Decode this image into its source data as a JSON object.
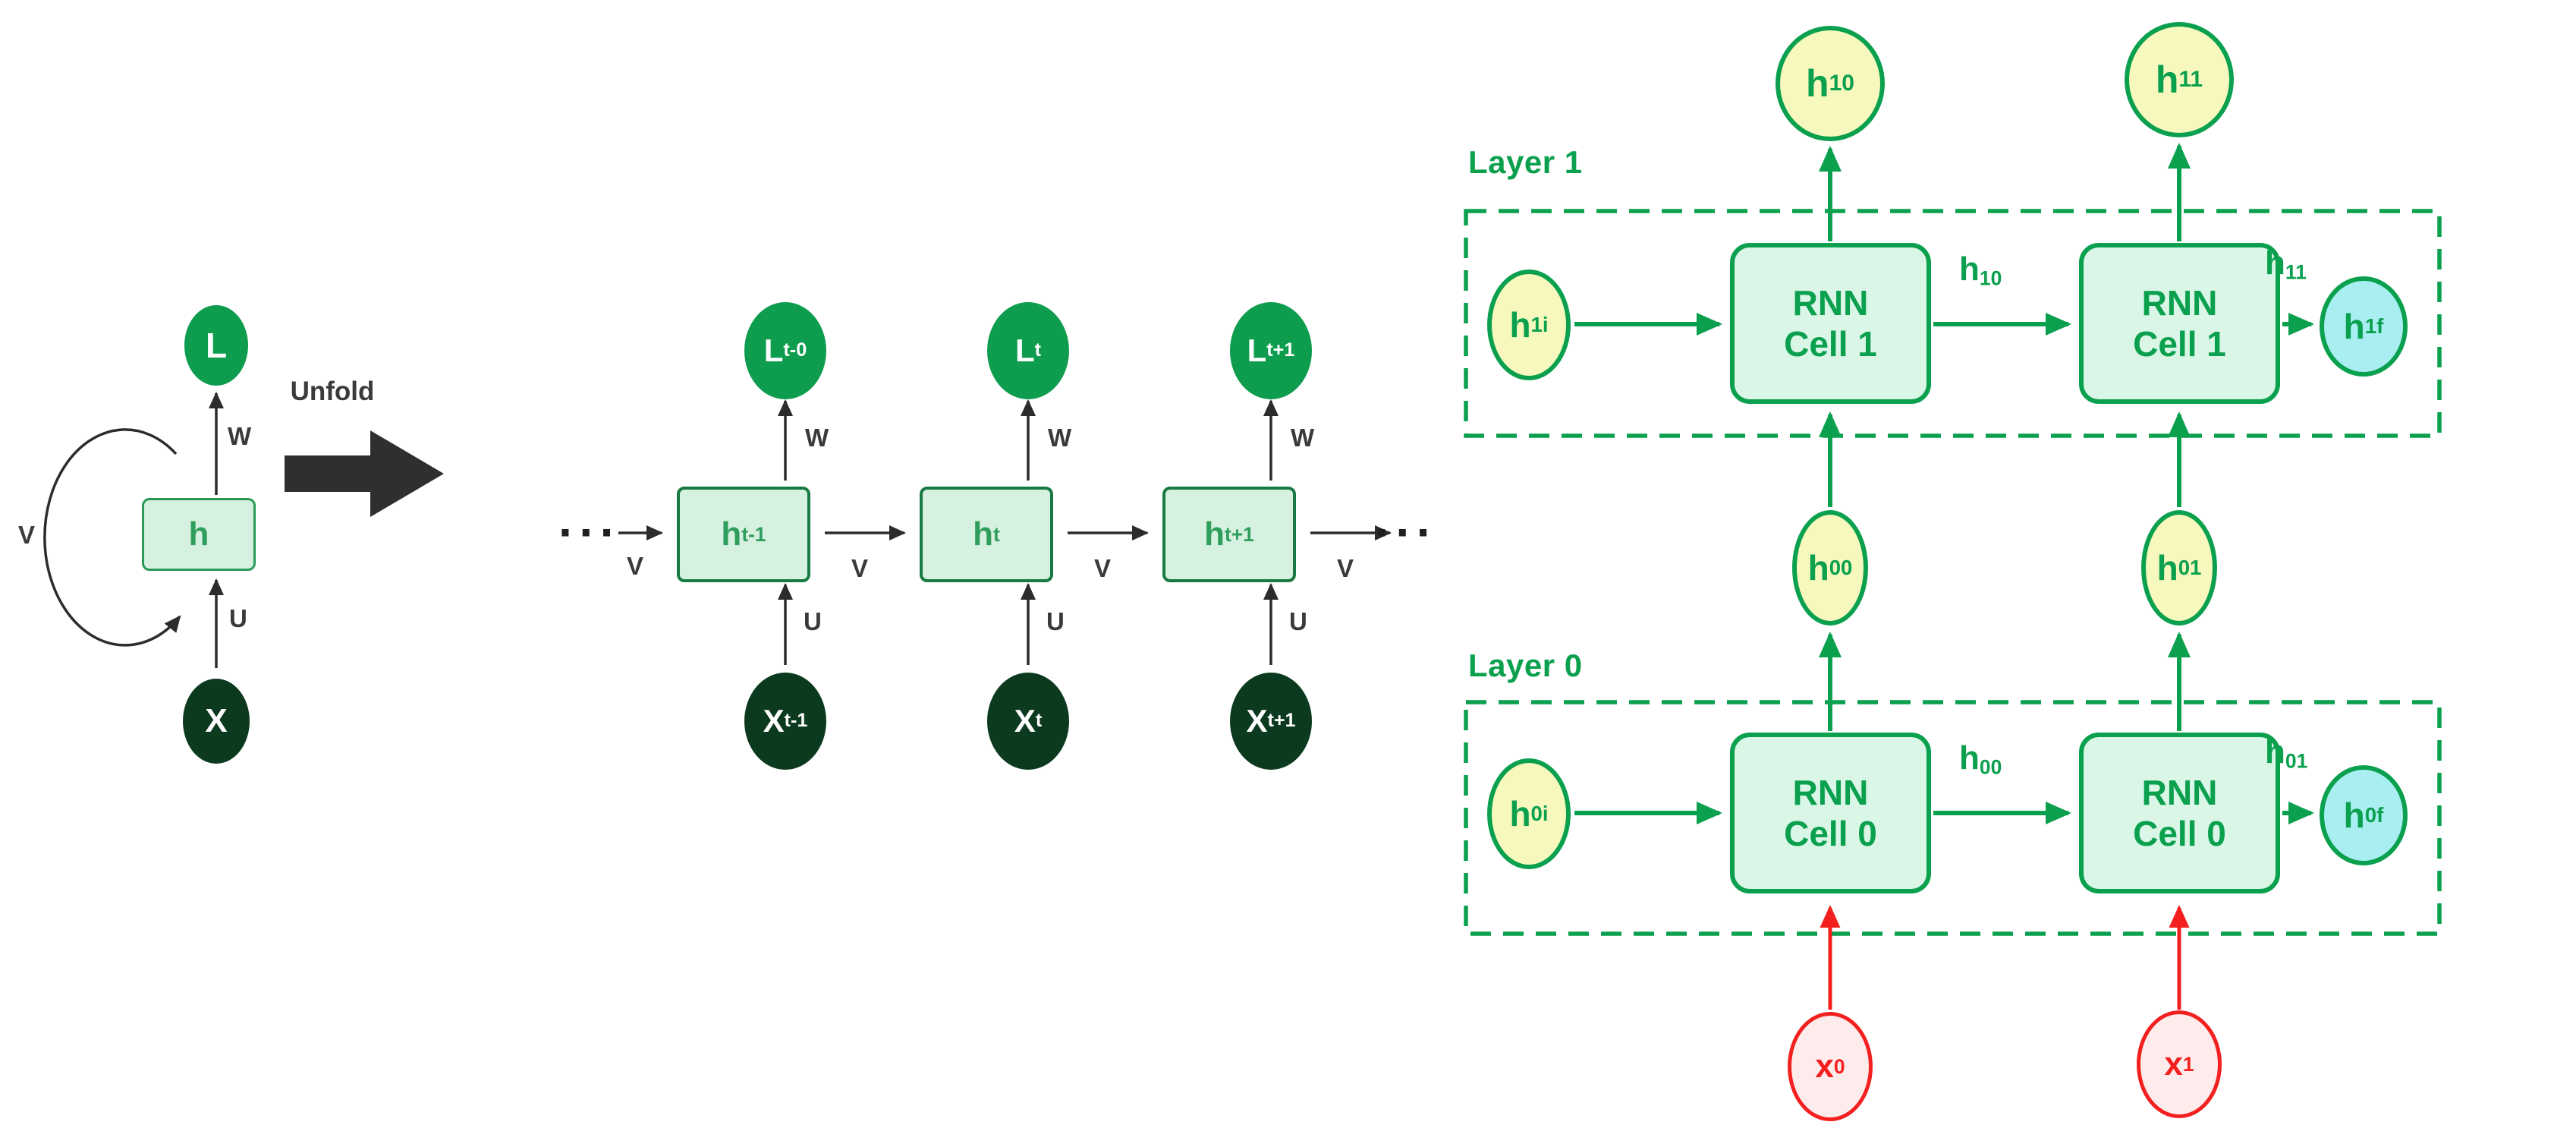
{
  "colors": {
    "accent_green": "#0aa04e",
    "cell_fill_mint": "#d9f6e7",
    "state_fill_yellow": "#f7f8bd",
    "final_fill_cyan": "#a9eff2",
    "input_red": "#f3201f",
    "input_fill_pink": "#fdeceb",
    "loss_node_green": "#0e9c4e",
    "input_node_dark_green": "#0c3a1f",
    "hidden_box_fill": "#d7f1e0",
    "hidden_box_border": "#2a9a57",
    "ink": "#2c2c2c"
  },
  "folded": {
    "loss_label": "L",
    "hidden_label": "h",
    "input_label": "X",
    "weight_w": "W",
    "weight_u": "U",
    "weight_v": "V",
    "unfold_label": "Unfold"
  },
  "unfolded": {
    "ellipsis_left": "···",
    "ellipsis_right": "···",
    "v_labels": [
      "V",
      "V",
      "V",
      "V"
    ],
    "cells": [
      {
        "loss": {
          "main": "L",
          "sub": "t-0"
        },
        "hidden": {
          "main": "h",
          "sub": "t-1"
        },
        "input": {
          "main": "X",
          "sub": "t-1"
        },
        "w": "W",
        "u": "U"
      },
      {
        "loss": {
          "main": "L",
          "sub": "t"
        },
        "hidden": {
          "main": "h",
          "sub": "t"
        },
        "input": {
          "main": "X",
          "sub": "t"
        },
        "w": "W",
        "u": "U"
      },
      {
        "loss": {
          "main": "L",
          "sub": "t+1"
        },
        "hidden": {
          "main": "h",
          "sub": "t+1"
        },
        "input": {
          "main": "X",
          "sub": "t+1"
        },
        "w": "W",
        "u": "U"
      }
    ]
  },
  "stacked": {
    "layer1": {
      "title": "Layer 1",
      "initial_state": {
        "main": "h",
        "sub": "1i"
      },
      "cells": [
        {
          "line1": "RNN",
          "line2": "Cell 1"
        },
        {
          "line1": "RNN",
          "line2": "Cell 1"
        }
      ],
      "outputs_top": [
        {
          "main": "h",
          "sub": "10"
        },
        {
          "main": "h",
          "sub": "11"
        }
      ],
      "edge_labels": [
        {
          "main": "h",
          "sub": "10"
        },
        {
          "main": "h",
          "sub": "11"
        }
      ],
      "final_state": {
        "main": "h",
        "sub": "1f"
      }
    },
    "layer0": {
      "title": "Layer 0",
      "initial_state": {
        "main": "h",
        "sub": "0i"
      },
      "cells": [
        {
          "line1": "RNN",
          "line2": "Cell 0"
        },
        {
          "line1": "RNN",
          "line2": "Cell 0"
        }
      ],
      "hidden_between": [
        {
          "main": "h",
          "sub": "00"
        },
        {
          "main": "h",
          "sub": "01"
        }
      ],
      "edge_labels": [
        {
          "main": "h",
          "sub": "00"
        },
        {
          "main": "h",
          "sub": "01"
        }
      ],
      "final_state": {
        "main": "h",
        "sub": "0f"
      }
    },
    "inputs": [
      {
        "main": "x",
        "sub": "0"
      },
      {
        "main": "x",
        "sub": "1"
      }
    ]
  }
}
